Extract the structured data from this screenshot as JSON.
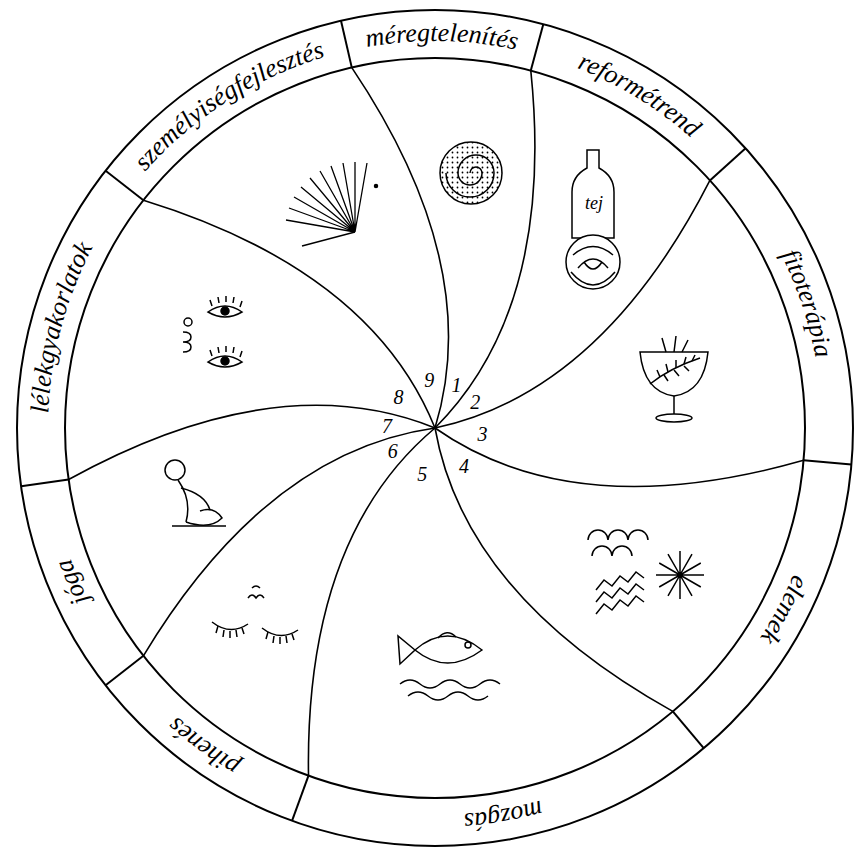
{
  "diagram": {
    "labels": [
      "méregtelenítés",
      "reformétrend",
      "fitoterápia",
      "elemek",
      "mozgás",
      "pihenés",
      "jóga",
      "lélekgyakorlatok",
      "személyiségfejlesztés",
      "tej",
      "1",
      "2",
      "3",
      "4",
      "5",
      "6",
      "7",
      "8",
      "9"
    ]
  }
}
